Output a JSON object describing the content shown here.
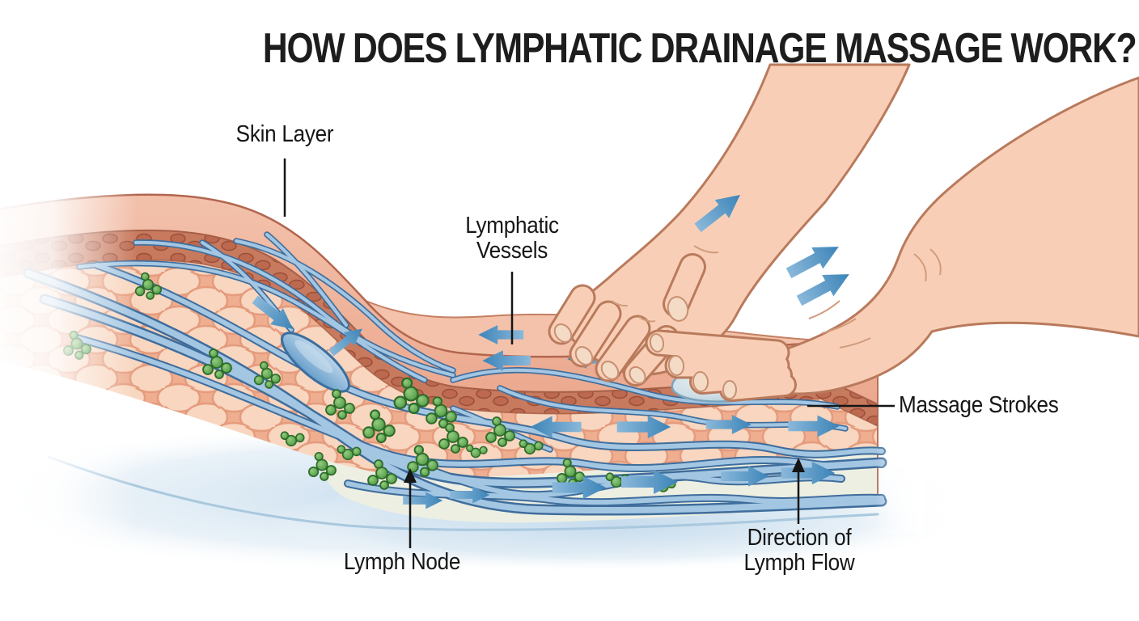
{
  "title": "HOW DOES LYMPHATIC DRAINAGE MASSAGE WORK?",
  "labels": {
    "skin_layer": "Skin Layer",
    "lymphatic_vessels": "Lymphatic\nVessels",
    "massage_strokes": "Massage Strokes",
    "lymph_node": "Lymph Node",
    "lymph_flow_direction": "Direction of\nLymph Flow"
  },
  "colors": {
    "background": "#ffffff",
    "title_text": "#1d1d1d",
    "label_text": "#161616",
    "leader_line": "#151515",
    "arrow_blue": "#4a90c2",
    "vessel_fill": "#a3c6e2",
    "vessel_outline": "#3f6d9c",
    "lymph_node_green": "#4f9e44",
    "skin_surface": "#f3c1ab",
    "dermis": "#c87a5e",
    "fat_lobule": "#f8d6bf",
    "hand_skin": "#f8cfb6",
    "gel_mound": "#cfdfe7",
    "tissue_wash": "#c6dcee"
  }
}
